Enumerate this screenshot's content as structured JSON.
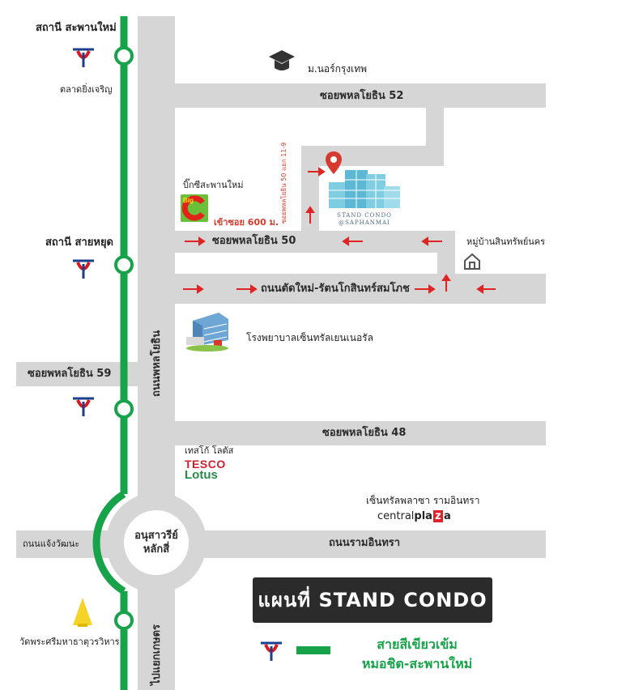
{
  "title": "แผนที่ STAND CONDO",
  "legend": {
    "line1": "สายสีเขียวเข้ม",
    "line2": "หมอชิต-สะพานใหม่",
    "line_color": "#17a34a"
  },
  "stations": {
    "saphan_mai": "สถานี สะพานใหม่",
    "sai_yud": "สถานี สายหยุด"
  },
  "roads": {
    "soi_52": "ซอยพหลโยธิน 52",
    "soi_50": "ซอยพหลโยธิน 50",
    "soi_59": "ซอยพหลโยธิน 59",
    "soi_48": "ซอยพหลโยธิน 48",
    "new_road": "ถนนตัดใหม่-รัตนโกสินทร์สมโภช",
    "ram_intra": "ถนนรามอินทรา",
    "chaeng_watthana": "ถนนแจ้งวัฒนะ",
    "phahon_yothin": "ถนนพหลโยธิน",
    "to_bang_khen": "ไปแยกเกษตร",
    "soi_50_alley": "ซอยพหลโยธิน 50 แยก 11-9"
  },
  "places": {
    "market": "ตลาดยิ่งเจริญ",
    "university": "ม.นอร์กรุงเทพ",
    "big_c_label": "บิ๊กซีสะพานใหม่",
    "big_c_logo": "Big C",
    "entrance": "เข้าซอย 600 ม.",
    "village": "หมู่บ้านสินทรัพย์นคร",
    "hospital": "โรงพยาบาลเซ็นทรัลเยนเนอรัล",
    "tesco_label": "เทสโก้ โลตัส",
    "tesco_line1": "TESCO",
    "tesco_line2": "Lotus",
    "central_label": "เซ็นทรัลพลาซา รามอินทรา",
    "central_pre": "central",
    "central_mid": "pla",
    "central_z": "z",
    "central_post": "a",
    "monument_line1": "อนุสาวรีย์",
    "monument_line2": "หลักสี่",
    "temple": "วัดพระศรีมหาธาตุวรวิหาร"
  },
  "condo": {
    "line1": "STAND CONDO",
    "line2": "@SAPHANMAI"
  },
  "colors": {
    "road": "#d6d6d6",
    "arrow": "#e02424",
    "pin": "#d63a2e",
    "bts_red": "#d71920",
    "bts_blue": "#1b3f8f"
  }
}
